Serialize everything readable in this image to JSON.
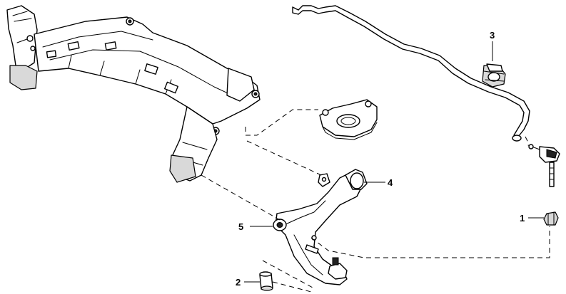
{
  "callouts": [
    {
      "id": "part-1",
      "label": "1"
    },
    {
      "id": "part-2",
      "label": "2"
    },
    {
      "id": "part-3",
      "label": "3"
    },
    {
      "id": "part-4",
      "label": "4"
    },
    {
      "id": "part-5",
      "label": "5"
    }
  ]
}
